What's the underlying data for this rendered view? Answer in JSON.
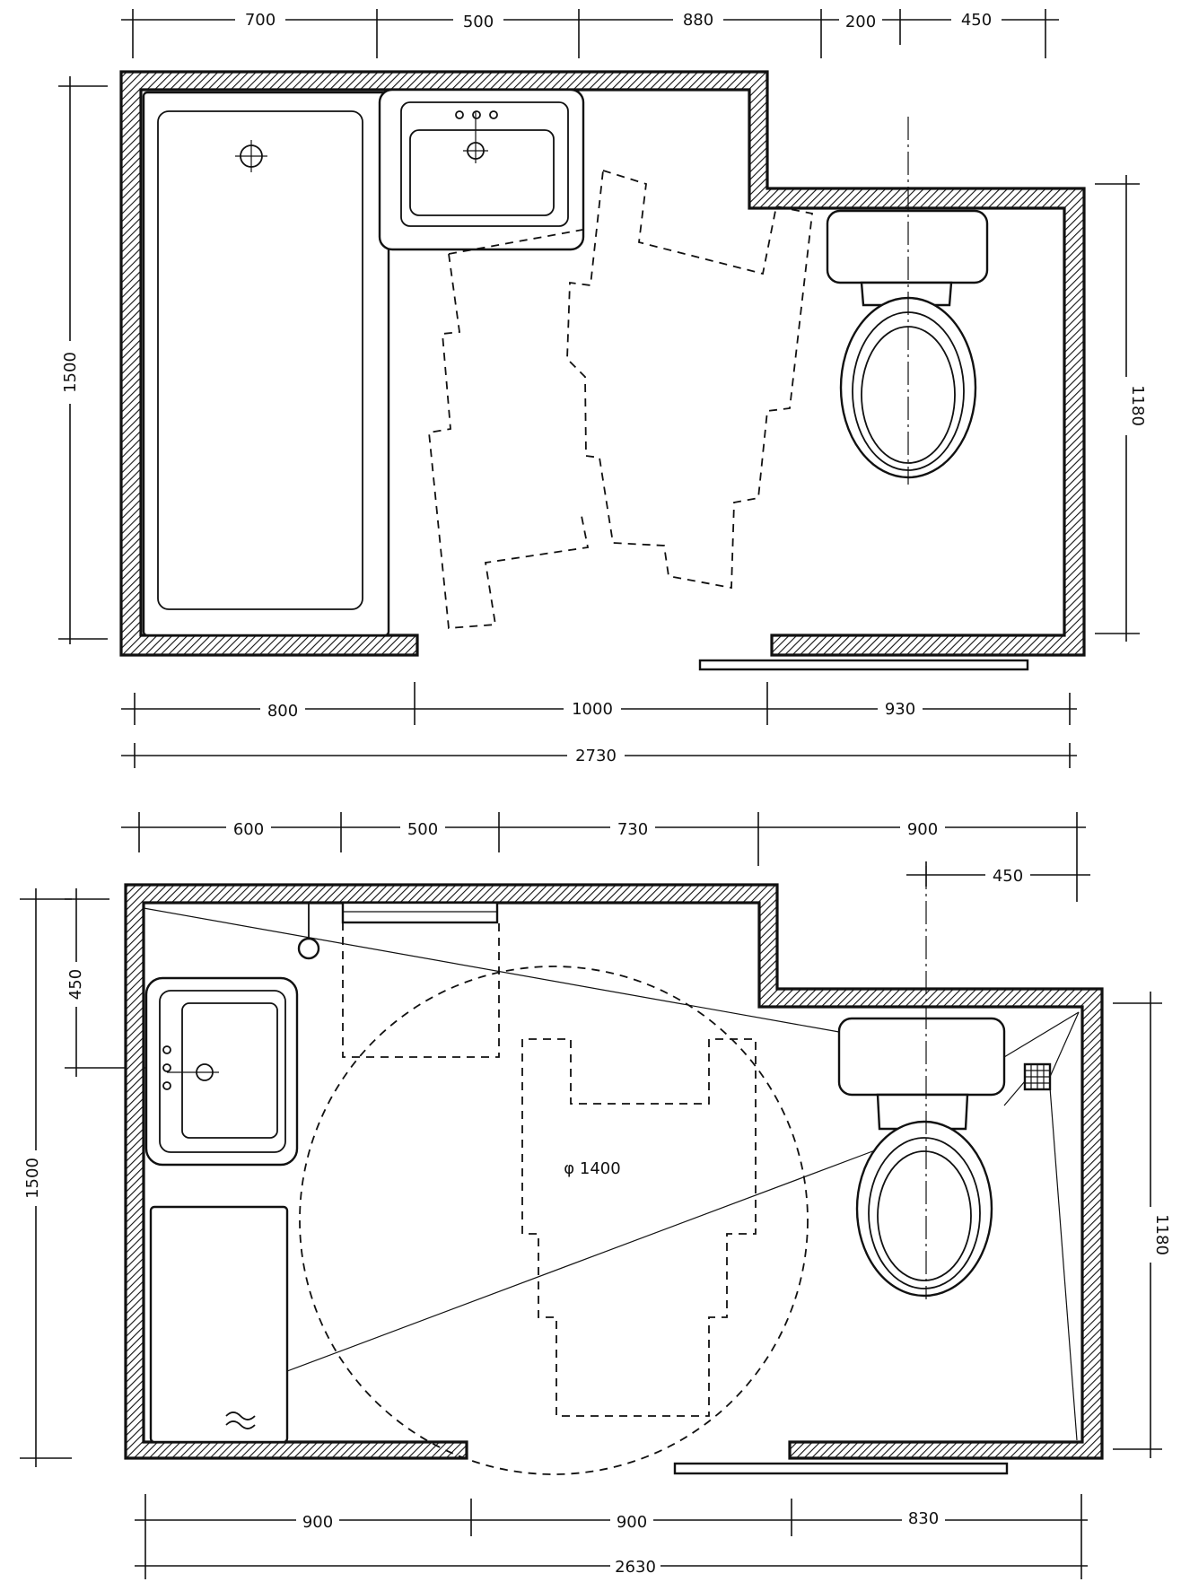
{
  "plan_top": {
    "dims_top": [
      "700",
      "500",
      "880",
      "200",
      "450"
    ],
    "dims_bottom": [
      "800",
      "1000",
      "930"
    ],
    "dim_total": "2730",
    "dim_left": "1500",
    "dim_right": "1180"
  },
  "plan_bottom": {
    "dims_top": [
      "600",
      "500",
      "730",
      "900"
    ],
    "dim_top_small": "450",
    "dims_bottom": [
      "900",
      "900",
      "830"
    ],
    "dim_total": "2630",
    "dim_left": "1500",
    "dim_left_small": "450",
    "dim_right": "1180",
    "turning_circle_label": "φ 1400"
  }
}
